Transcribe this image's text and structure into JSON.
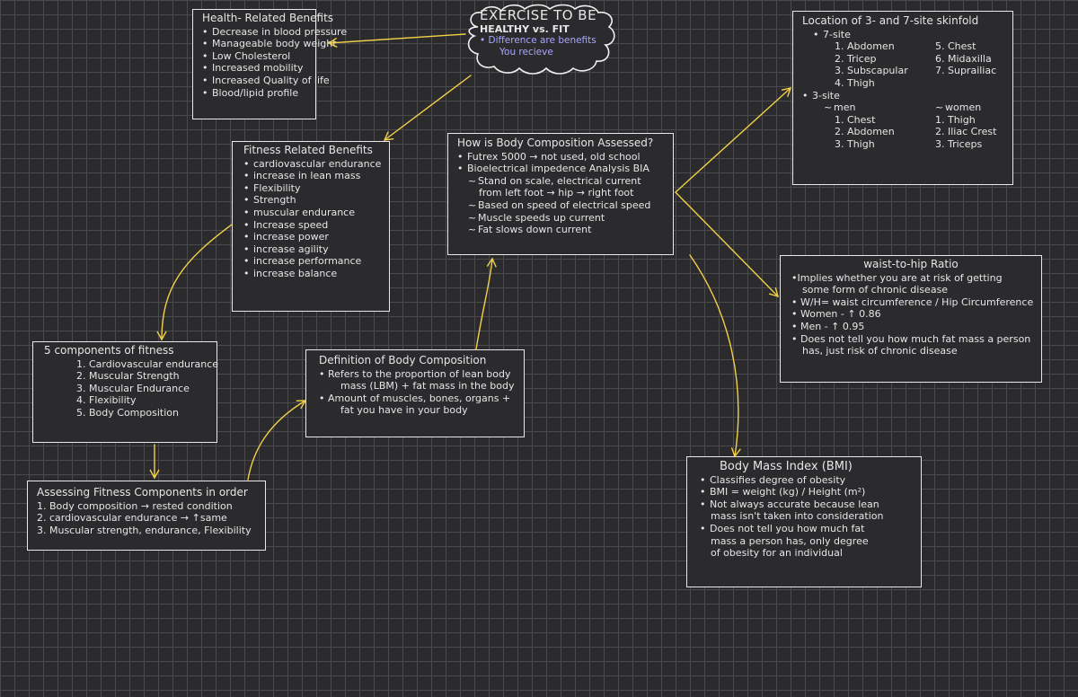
{
  "center": {
    "title": "EXERCISE TO BE",
    "subtitle": "HEALTHY vs. FIT",
    "note_line1": "• Difference are benefits",
    "note_line2": "You recieve"
  },
  "health": {
    "title": "Health- Related Benefits",
    "items": [
      "Decrease in blood pressure",
      "Manageable body weight",
      "Low Cholesterol",
      "Increased mobility",
      "Increased Quality of life",
      "Blood/lipid profile"
    ]
  },
  "fitness": {
    "title": "Fitness Related Benefits",
    "items": [
      "cardiovascular endurance",
      "increase in lean mass",
      "Flexibility",
      "Strength",
      "muscular endurance",
      "Increase speed",
      "increase power",
      "increase agility",
      "increase performance",
      "increase balance"
    ]
  },
  "components": {
    "title": "5 components of fitness",
    "items": [
      "1. Cardiovascular endurance",
      "2. Muscular Strength",
      "3. Muscular Endurance",
      "4. Flexibility",
      "5. Body Composition"
    ]
  },
  "assessing": {
    "title": "Assessing Fitness Components in order",
    "items": [
      "1. Body composition → rested condition",
      "2. cardiovascular endurance → ↑same",
      "3. Muscular strength, endurance, Flexibility"
    ]
  },
  "definition": {
    "title": "Definition of Body Composition",
    "line1": "• Refers to the proportion of lean body",
    "line2": "mass (LBM) + fat mass in the body",
    "line3": "• Amount of muscles, bones, organs +",
    "line4": "fat you have in your body"
  },
  "assessed": {
    "title": "How is Body Composition Assessed?",
    "item1": "Futrex 5000 → not used, old school",
    "item2": "Bioelectrical impedence Analysis BIA",
    "sub1": "Stand on scale, electrical current",
    "sub1b": "from left foot → hip → right foot",
    "sub2": "Based on speed of electrical speed",
    "sub3": "Muscle speeds up current",
    "sub4": "Fat slows down current"
  },
  "skinfold": {
    "title": "Location of 3- and 7-site skinfold",
    "seven_label": "7-site",
    "seven_left": [
      "1. Abdomen",
      "2. Tricep",
      "3. Subscapular",
      "4. Thigh"
    ],
    "seven_right": [
      "5. Chest",
      "6. Midaxilla",
      "7. Suprailiac"
    ],
    "three_label": "3-site",
    "men_label": "men",
    "women_label": "women",
    "men": [
      "1. Chest",
      "2. Abdomen",
      "3. Thigh"
    ],
    "women": [
      "1. Thigh",
      "2. Iliac Crest",
      "3. Triceps"
    ]
  },
  "waist": {
    "title": "waist-to-hip Ratio",
    "line1": "•Implies whether you are at risk of getting",
    "line2": "some form of chronic disease",
    "line3": "• W/H= waist circumference / Hip Circumference",
    "line4": "• Women - ↑ 0.86",
    "line5": "• Men - ↑ 0.95",
    "line6": "• Does not tell you how much fat mass a person",
    "line7": "has, just risk of chronic disease"
  },
  "bmi": {
    "title": "Body Mass Index (BMI)",
    "line1": "Classifies degree of obesity",
    "line2": "BMI = weight (kg) / Height (m²)",
    "line3": "Not always accurate because lean",
    "line4": "mass isn't taken into consideration",
    "line5": "Does not tell you how much fat",
    "line6": "mass a person has, only degree",
    "line7": "of obesity for an individual"
  },
  "colors": {
    "background": "#2b2b2d",
    "grid": "#4a4a4d",
    "arrow": "#f2d04a",
    "box_border": "#e8e8e8",
    "note": "#a7a7ff"
  }
}
